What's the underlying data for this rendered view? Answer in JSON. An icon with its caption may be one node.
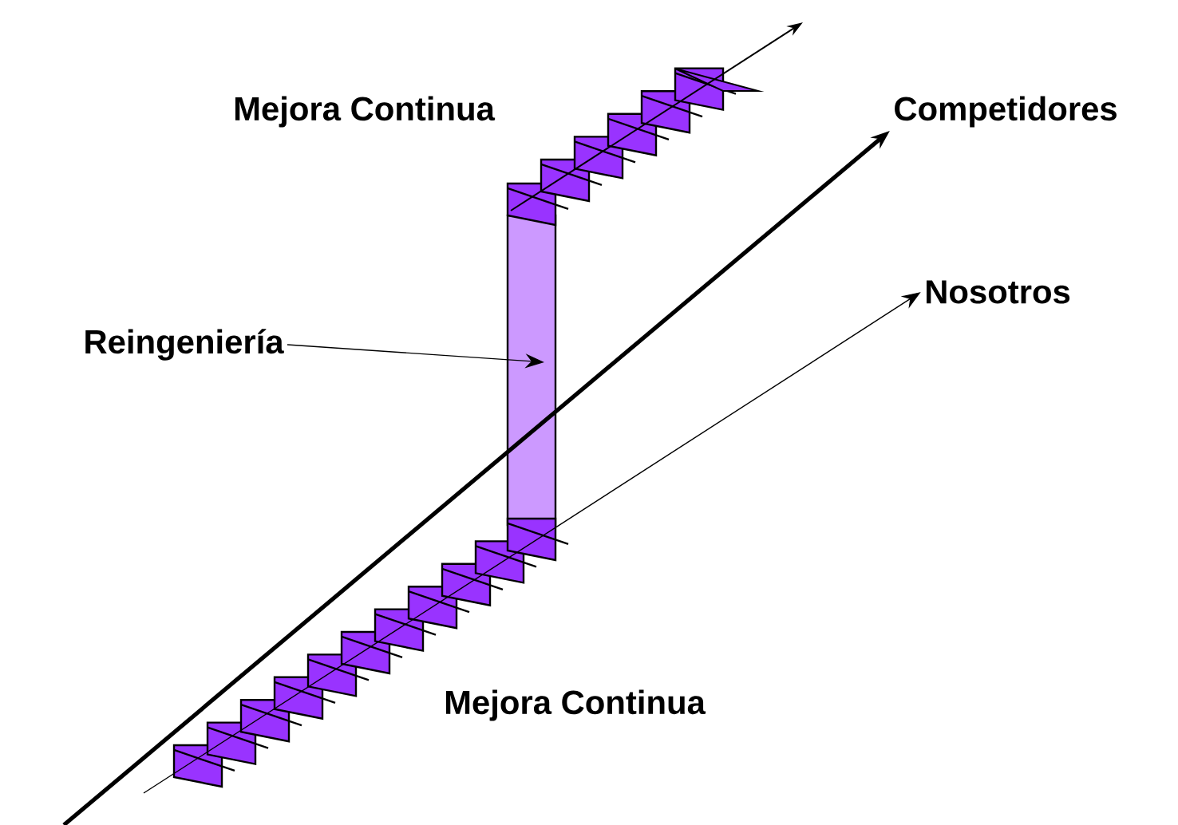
{
  "diagram": {
    "nodes": [
      {
        "text": [
          "Mejora Continua"
        ]
      },
      {
        "text": [
          "Competidores"
        ]
      },
      {
        "text": [
          "Nosotros"
        ]
      },
      {
        "text": [
          "Reingeniería"
        ]
      },
      {
        "text": [
          "Mejora Continua"
        ]
      },
      {
        "text": [],
        "shape": "bar"
      }
    ],
    "edges": [
      {
        "from": null,
        "to": 1,
        "arrow": "to",
        "style": "thick"
      },
      {
        "from": null,
        "to": 2,
        "arrow": "to"
      },
      {
        "from": 3,
        "to": 5,
        "arrow": "to"
      }
    ]
  }
}
